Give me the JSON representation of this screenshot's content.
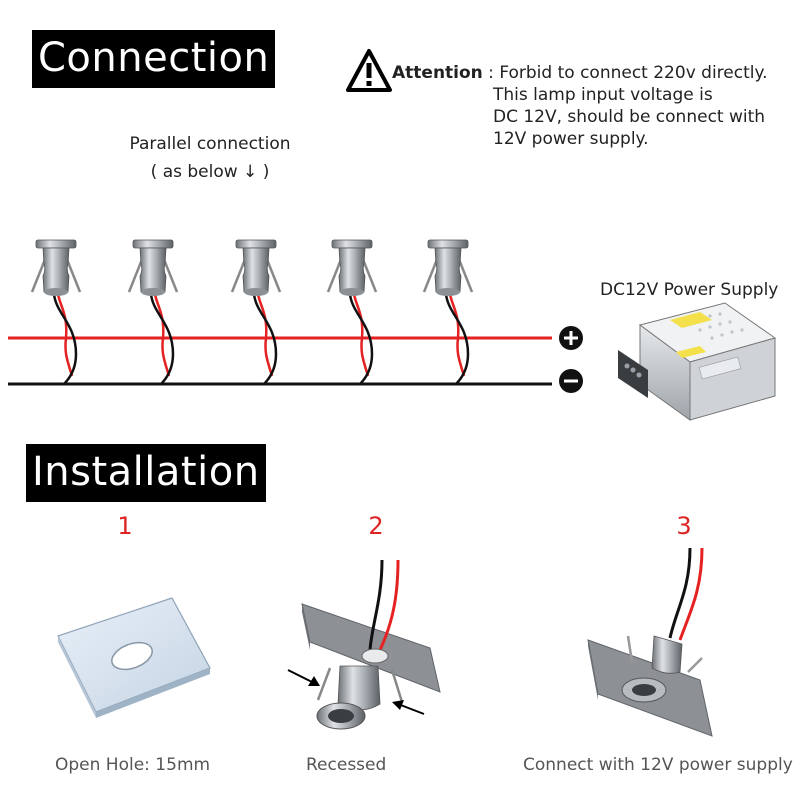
{
  "connection": {
    "title": "Connection"
  },
  "attention": {
    "label": "Attention",
    "sep": " : ",
    "lines": [
      "Forbid to connect 220v directly.",
      "This lamp input voltage is",
      "DC 12V, should be connect with",
      "12V power supply."
    ]
  },
  "parallel": {
    "line1": "Parallel connection",
    "line2": "( as below ↓ )"
  },
  "psu": {
    "label": "DC12V Power Supply"
  },
  "polarity": {
    "plus": "+",
    "minus": "−"
  },
  "installation": {
    "title": "Installation",
    "steps": [
      {
        "number": "1",
        "caption": "Open Hole: 15mm"
      },
      {
        "number": "2",
        "caption": "Recessed"
      },
      {
        "number": "3",
        "caption": "Connect with 12V power supply"
      }
    ]
  },
  "colors": {
    "positive_wire": "#e52222",
    "negative_wire": "#111111",
    "step_number": "#dd2222"
  }
}
